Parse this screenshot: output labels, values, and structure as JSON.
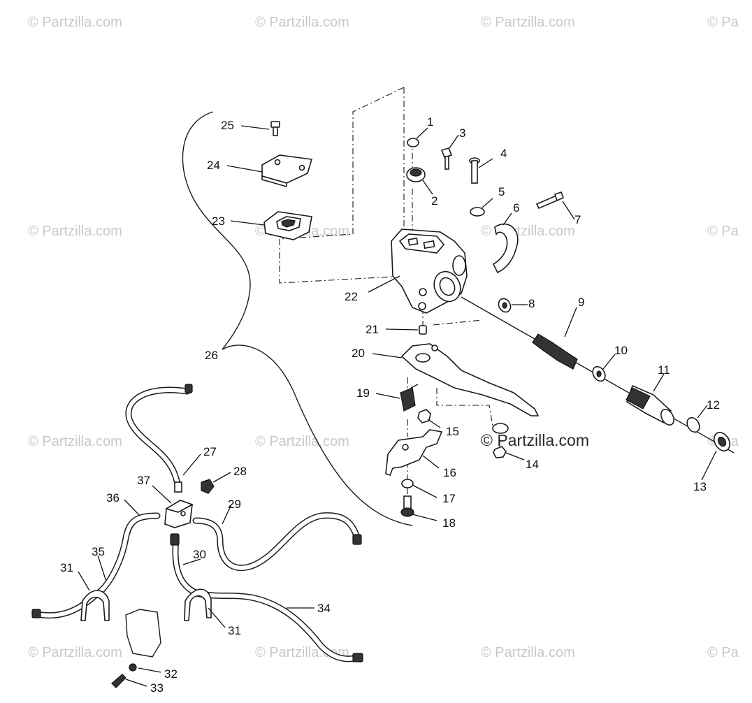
{
  "watermark": "© Partzilla.com",
  "watermark_partial": "© Pa",
  "callouts": [
    "1",
    "2",
    "3",
    "4",
    "5",
    "6",
    "7",
    "8",
    "9",
    "10",
    "11",
    "12",
    "13",
    "14",
    "15",
    "16",
    "17",
    "18",
    "19",
    "20",
    "21",
    "22",
    "23",
    "24",
    "25",
    "26",
    "27",
    "28",
    "29",
    "30",
    "31",
    "31",
    "32",
    "33",
    "34",
    "35",
    "36",
    "37"
  ]
}
